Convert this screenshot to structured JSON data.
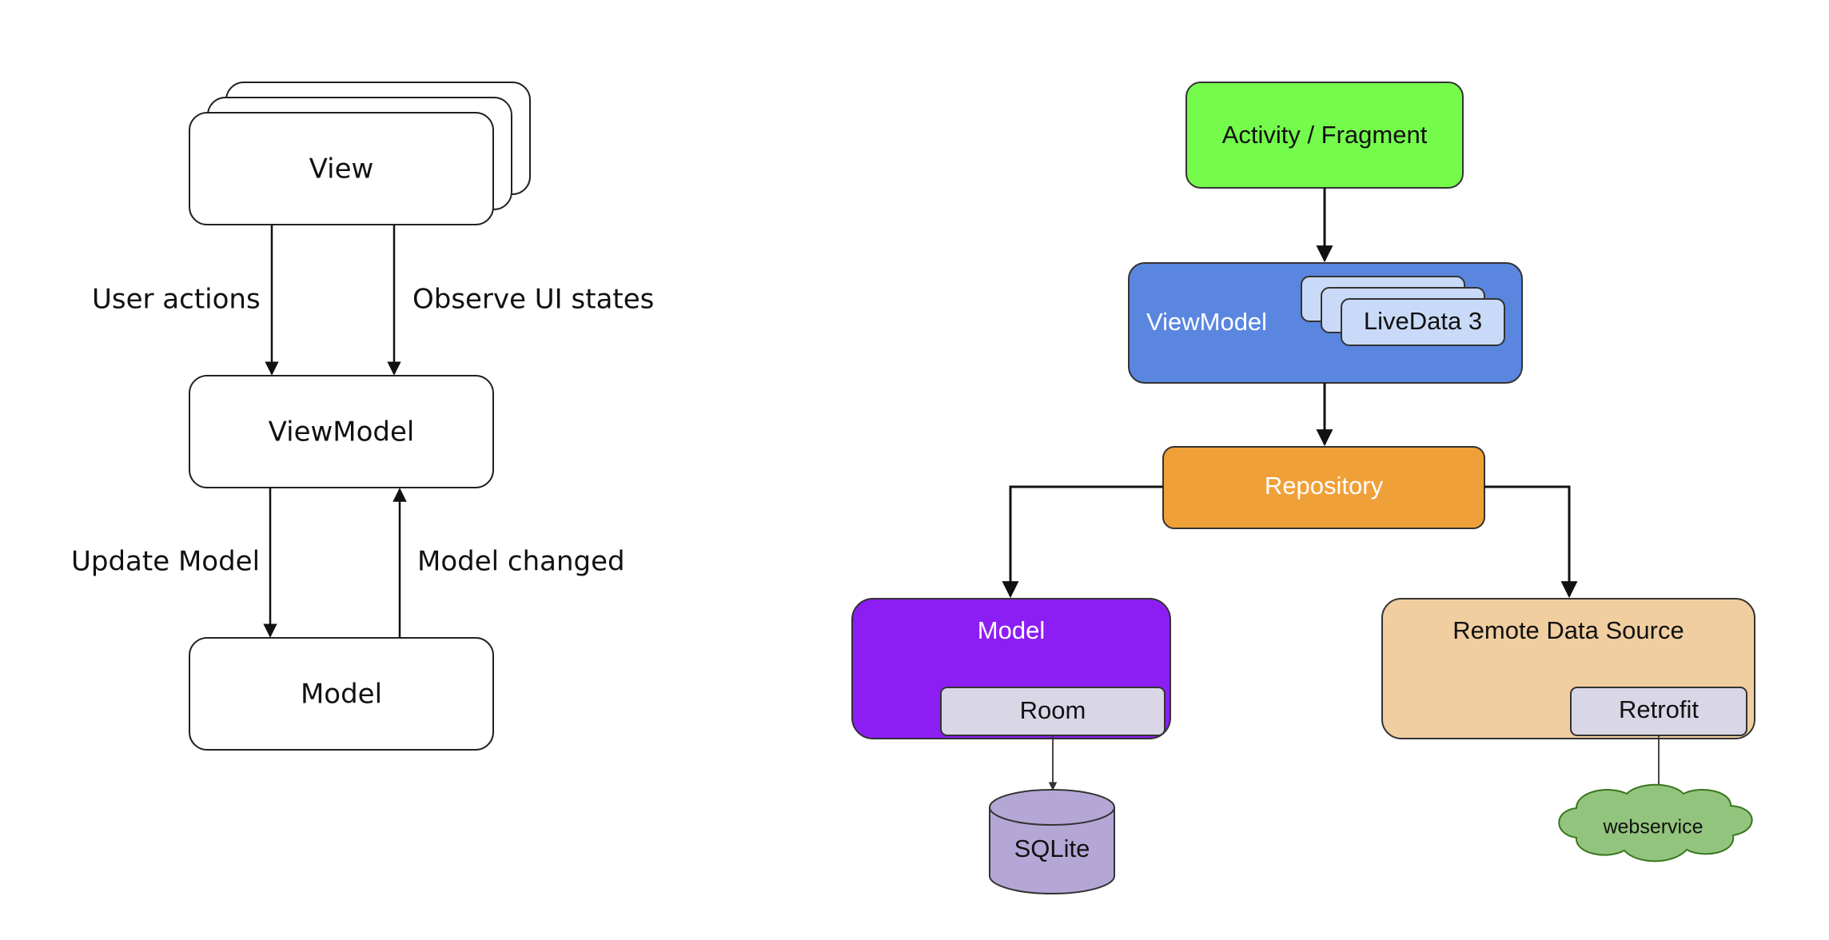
{
  "mvvm": {
    "view": "View",
    "viewmodel": "ViewModel",
    "model": "Model",
    "user_actions": "User actions",
    "observe_ui_states": "Observe UI states",
    "update_model": "Update Model",
    "model_changed": "Model changed"
  },
  "architecture": {
    "activity_fragment": "Activity / Fragment",
    "viewmodel": "ViewModel",
    "livedata": "LiveData 3",
    "repository": "Repository",
    "model": "Model",
    "room": "Room",
    "sqlite": "SQLite",
    "remote_data_source": "Remote Data Source",
    "retrofit": "Retrofit",
    "webservice": "webservice"
  },
  "colors": {
    "activity": "#75fb4c",
    "viewmodel": "#5a86e0",
    "livedata": "#c9daf8",
    "repository": "#f0a038",
    "model": "#8c1ef4",
    "room": "#d9d6e6",
    "sqlite": "#b4a7d6",
    "remote": "#f0ceA0",
    "retrofit": "#d9d6e6",
    "webservice": "#93c47d"
  }
}
